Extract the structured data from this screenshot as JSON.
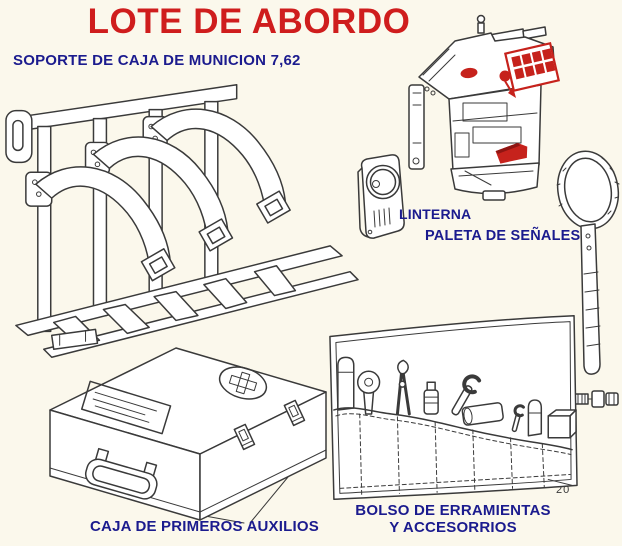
{
  "page": {
    "title": "LOTE DE ABORDO",
    "page_number": "20",
    "colors": {
      "title": "#cf1d1d",
      "label": "#1b1b8e",
      "line": "#3a3a3a",
      "highlight": "#c6221c",
      "bg": "#fbf8ec"
    }
  },
  "labels": {
    "ammo_rack": "SOPORTE DE CAJA DE MUNICION 7,62",
    "flashlight": "LINTERNA",
    "signal_paddle": "PALETA DE SEÑALES",
    "first_aid_box": "CAJA DE PRIMEROS AUXILIOS",
    "tool_bag_line1": "BOLSO DE ERRAMIENTAS",
    "tool_bag_line2": "Y ACCESORRIOS"
  },
  "illustrations": [
    "ammo-rack-illustration",
    "gun-mount-illustration",
    "flashlight-illustration",
    "signal-paddle-illustration",
    "first-aid-box-illustration",
    "tool-roll-illustration",
    "small-adapter-illustration"
  ]
}
